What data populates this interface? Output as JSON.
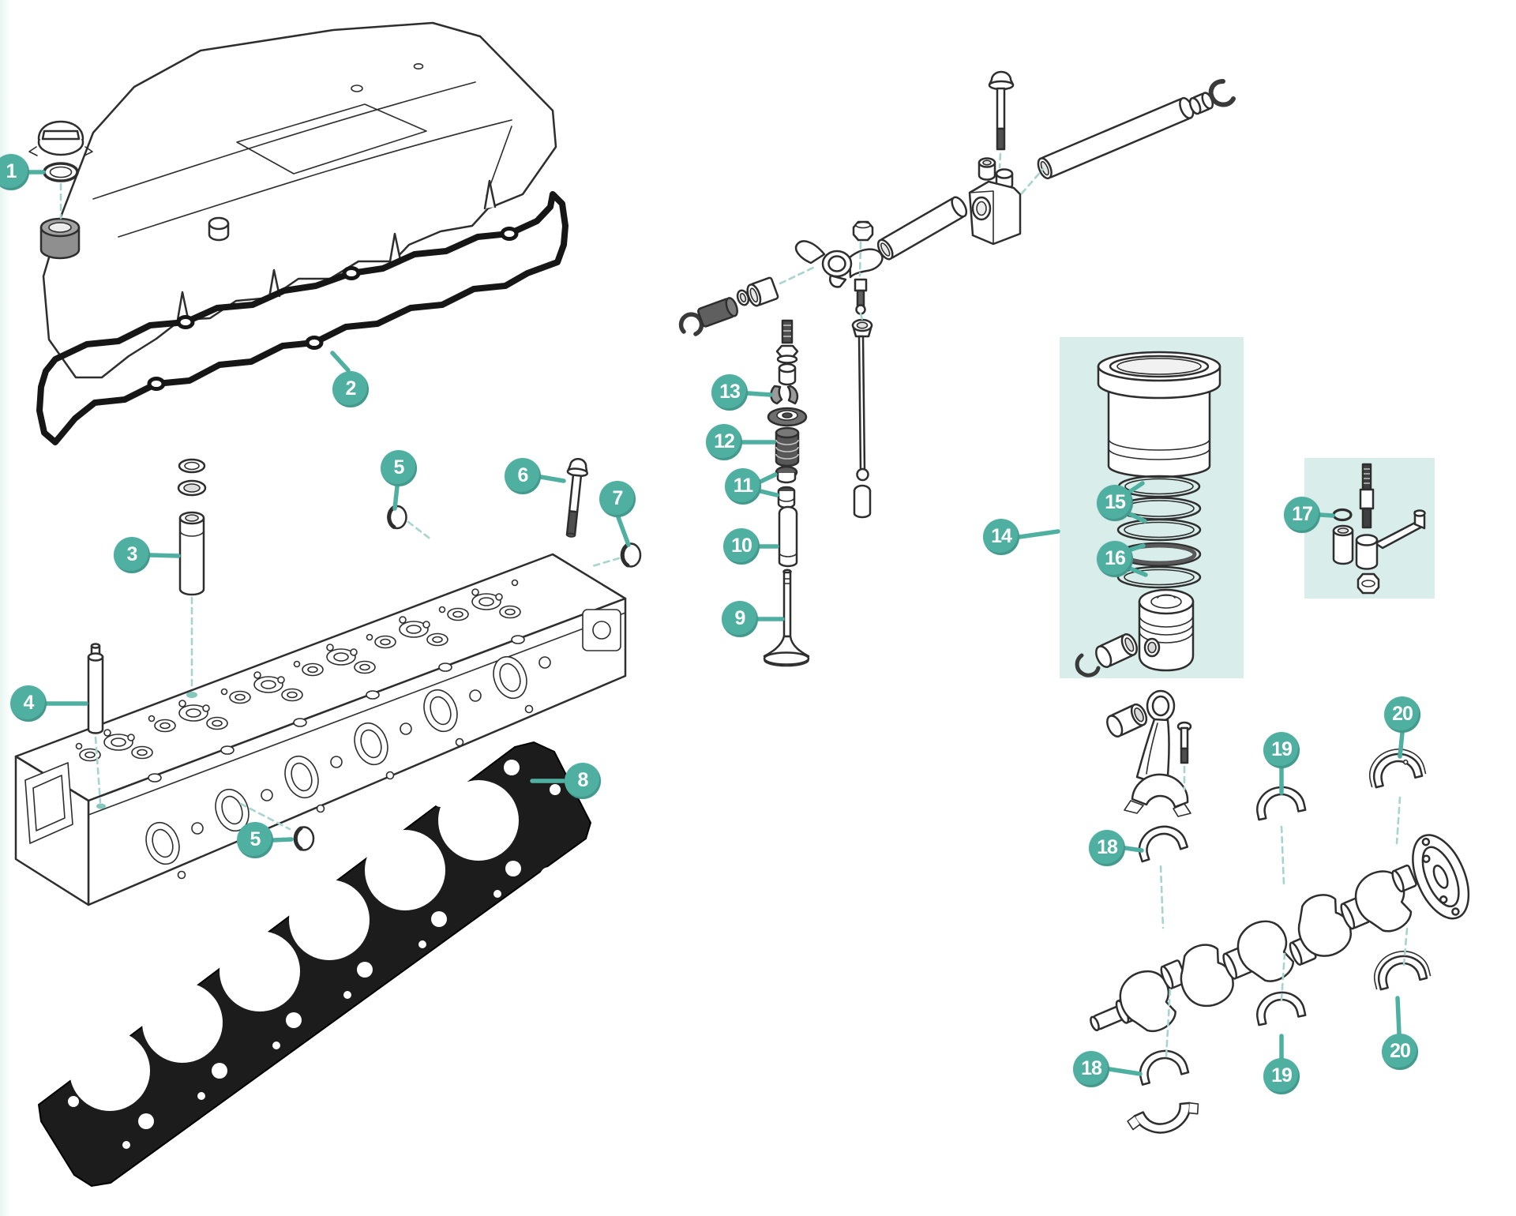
{
  "diagram": {
    "kind": "exploded-parts-diagram",
    "subject": "diesel-engine-top-end-and-crankshaft",
    "background": "#ffffff",
    "accent_color": "#4fb0a2",
    "leader_color": "#4fb0a2",
    "dashed_line_color": "#a7d4cc",
    "highlight_box_color": "#d9eeea",
    "line_art_color": "#2e2e2e",
    "gasket_color": "#1c1c1c",
    "callout_text_color": "#ffffff",
    "part_numbers_visible": [
      "1",
      "2",
      "3",
      "4",
      "5",
      "6",
      "7",
      "8",
      "9",
      "10",
      "11",
      "12",
      "13",
      "14",
      "15",
      "16",
      "17",
      "18",
      "19",
      "20"
    ]
  },
  "callouts": {
    "c1": {
      "number": "1"
    },
    "c2": {
      "number": "2"
    },
    "c3": {
      "number": "3"
    },
    "c4": {
      "number": "4"
    },
    "c5a": {
      "number": "5"
    },
    "c5b": {
      "number": "5"
    },
    "c6": {
      "number": "6"
    },
    "c7": {
      "number": "7"
    },
    "c8": {
      "number": "8"
    },
    "c9": {
      "number": "9"
    },
    "c10": {
      "number": "10"
    },
    "c11": {
      "number": "11"
    },
    "c12": {
      "number": "12"
    },
    "c13": {
      "number": "13"
    },
    "c14": {
      "number": "14"
    },
    "c15": {
      "number": "15"
    },
    "c16": {
      "number": "16"
    },
    "c17": {
      "number": "17"
    },
    "c18a": {
      "number": "18"
    },
    "c18b": {
      "number": "18"
    },
    "c19a": {
      "number": "19"
    },
    "c19b": {
      "number": "19"
    },
    "c20a": {
      "number": "20"
    },
    "c20b": {
      "number": "20"
    }
  }
}
